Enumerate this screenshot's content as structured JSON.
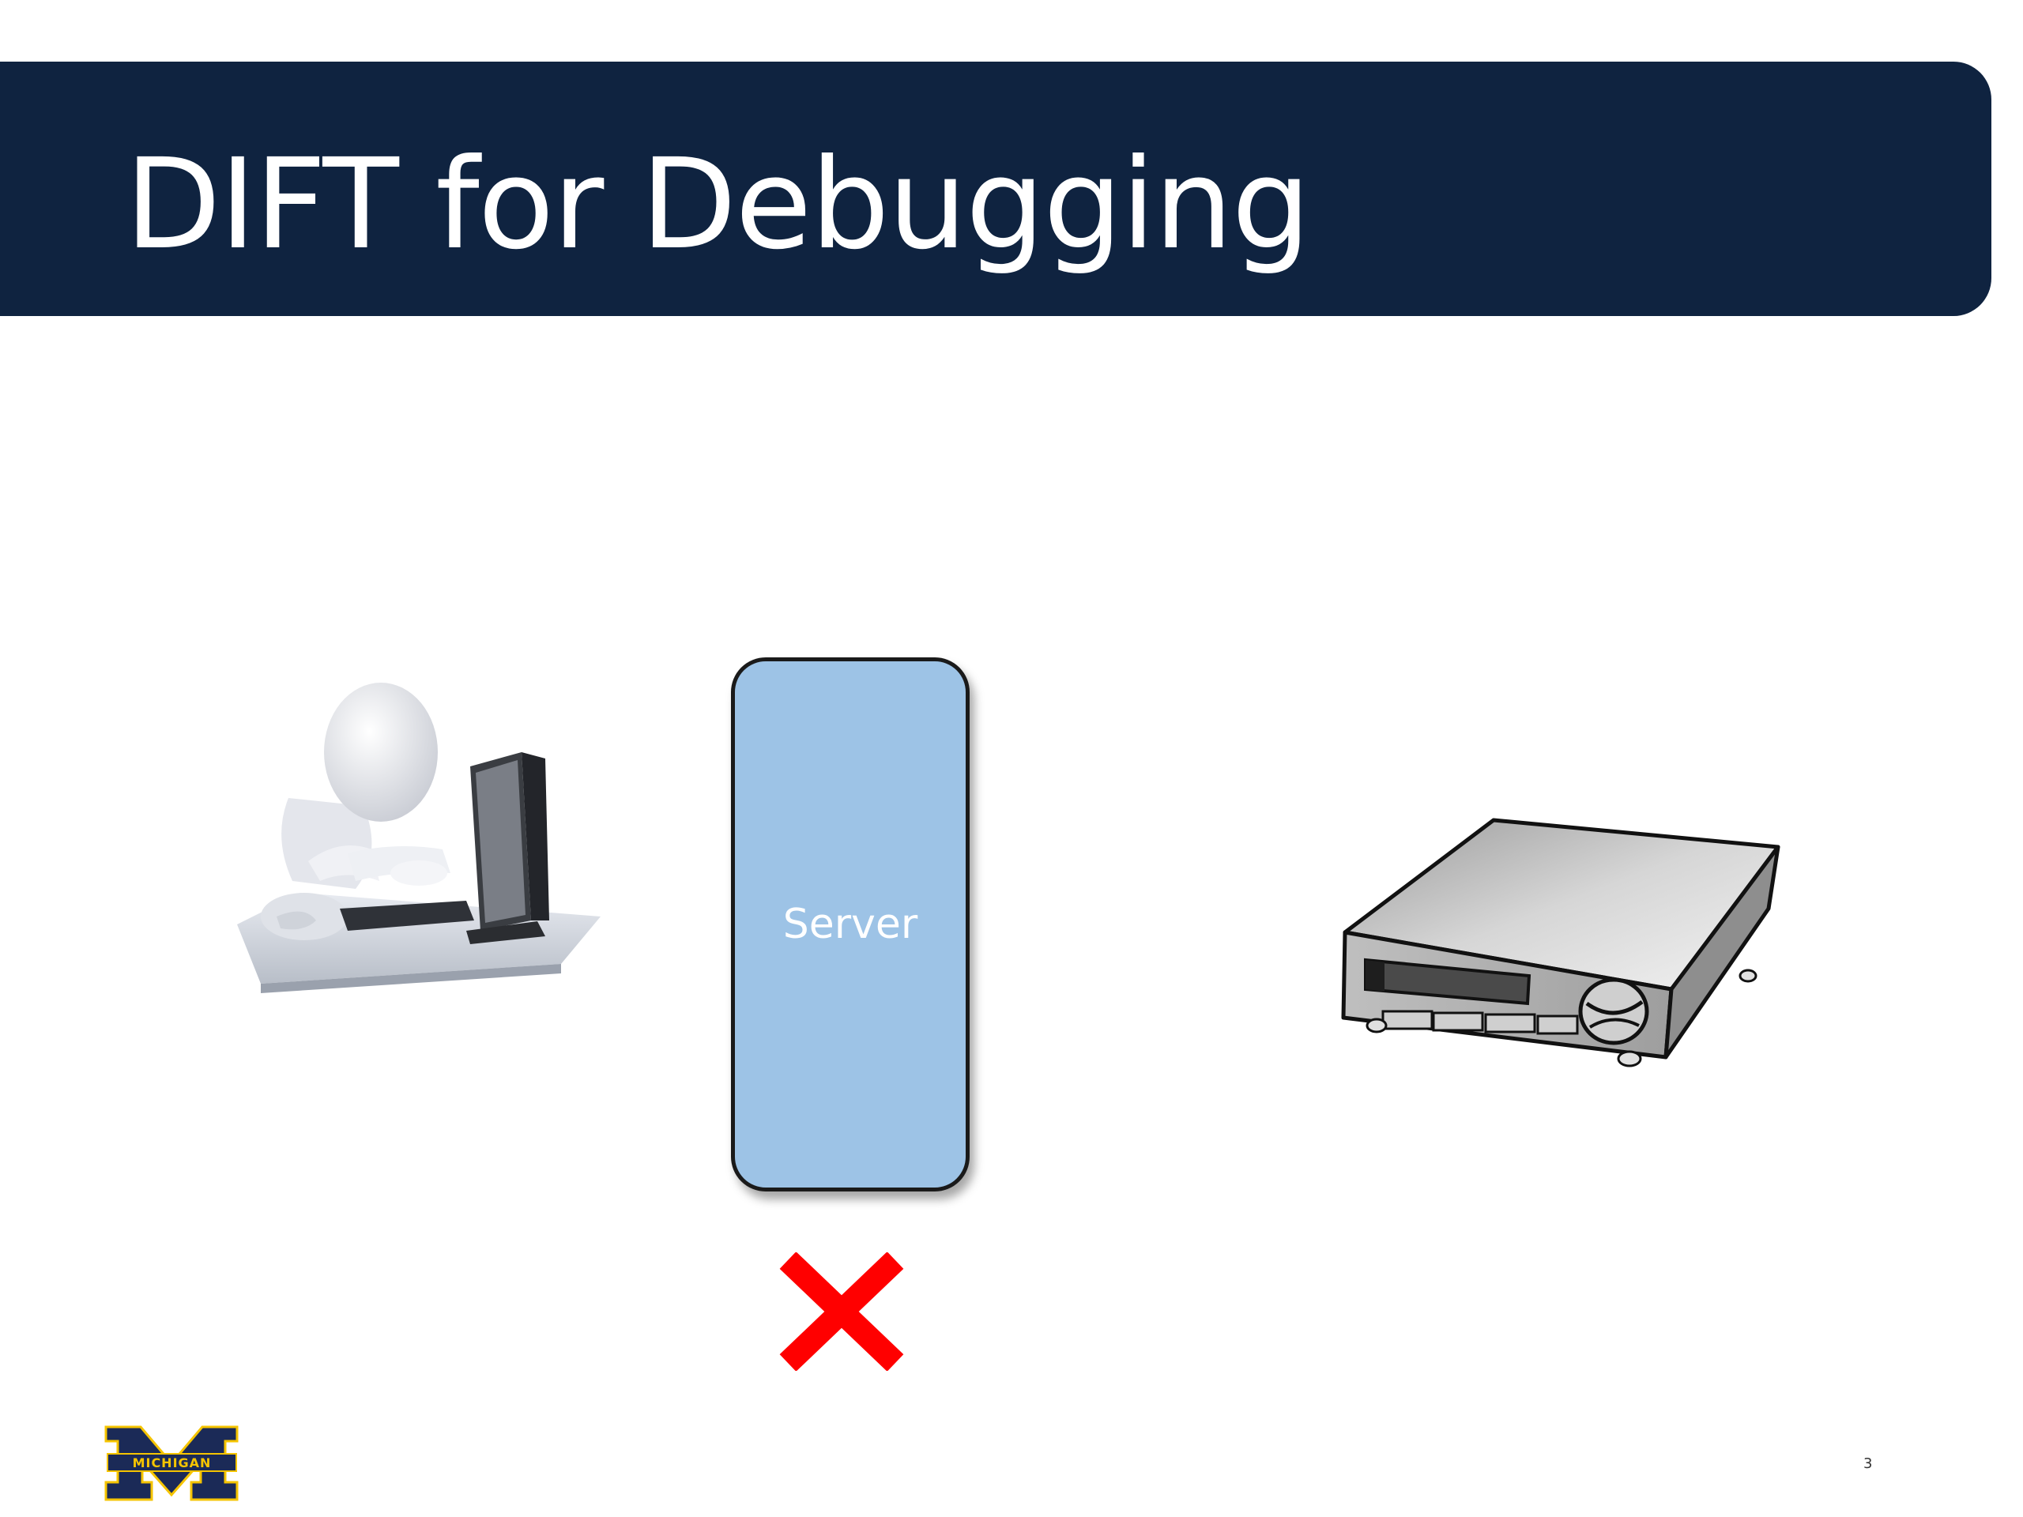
{
  "slide": {
    "title": "DIFT for Debugging",
    "server_label": "Server",
    "page_number": "3",
    "logo_text": "MICHIGAN"
  },
  "colors": {
    "title_bar": "#0f2340",
    "server_fill": "#9dc3e6",
    "x_mark": "#ff0000",
    "logo_blue": "#1b2a57",
    "logo_maize": "#f5c400"
  },
  "icons": [
    "user-at-computer-icon",
    "server-box",
    "red-x-icon",
    "set-top-box-icon",
    "michigan-logo"
  ]
}
